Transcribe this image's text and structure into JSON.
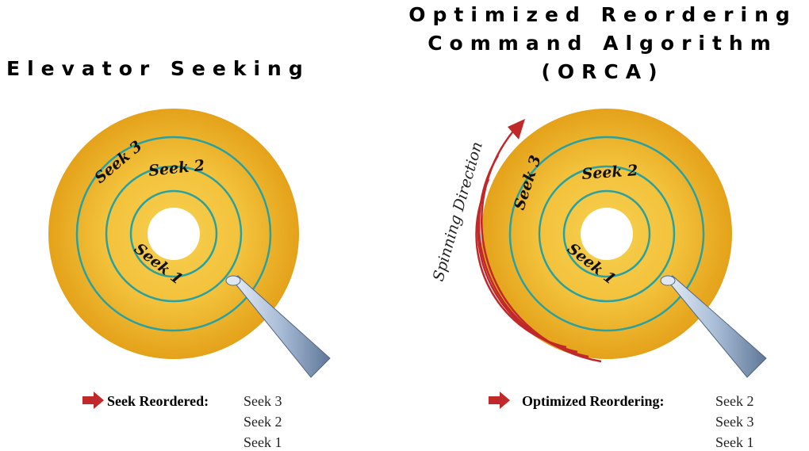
{
  "left": {
    "title": "Elevator Seeking",
    "track_labels": [
      "Seek 3",
      "Seek 2",
      "Seek 1"
    ],
    "order_label": "Seek Reordered:",
    "order": [
      "Seek 3",
      "Seek 2",
      "Seek 1"
    ]
  },
  "right": {
    "title_lines": [
      "Optimized Reordering",
      "Command Algorithm",
      "(ORCA)"
    ],
    "spin_label": "Spinning Direction",
    "track_labels": [
      "Seek 3",
      "Seek 2",
      "Seek 1"
    ],
    "order_label": "Optimized Reordering:",
    "order": [
      "Seek 2",
      "Seek 3",
      "Seek 1"
    ]
  },
  "colors": {
    "platter_light": "#f6cf4e",
    "platter_dark": "#e4a21a",
    "track": "#2aa1a0",
    "arm": "#8fa9c9",
    "arrow": "#c0282a"
  },
  "icons": [
    "red-arrow-icon",
    "actuator-arm-icon",
    "spin-arrow-icon"
  ]
}
